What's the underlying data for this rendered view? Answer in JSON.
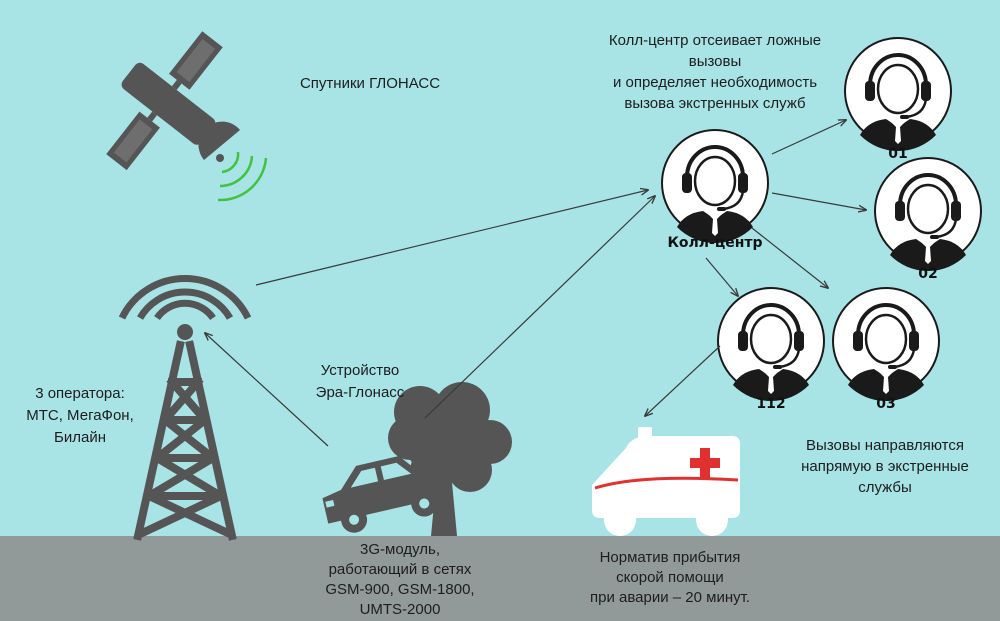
{
  "labels": {
    "satellites": "Спутники ГЛОНАСС",
    "operators": [
      "3 оператора:",
      "МТС, МегаФон,",
      "Билайн"
    ],
    "device": [
      "Устройство",
      "Эра-Глонасс"
    ],
    "module": [
      "3G-модуль,",
      "работающий в сетях",
      "GSM-900, GSM-1800,",
      "UMTS-2000"
    ],
    "call_center_filter": [
      "Колл-центр отсеивает ложные",
      "вызовы",
      "и определяет необходимость",
      "вызова экстренных служб"
    ],
    "call_center": "Колл-центр",
    "direct_calls": [
      "Вызовы направляются",
      "напрямую в экстренные",
      "службы"
    ],
    "arrival_norm": [
      "Норматив прибытия",
      "скорой помощи",
      "при аварии – 20 минут."
    ]
  },
  "services": {
    "s01": "01",
    "s02": "02",
    "s112": "112",
    "s03": "03"
  },
  "colors": {
    "background": "#a8e4e6",
    "ground": "#929a99",
    "icon_dark": "#555555",
    "signal_green": "#3ec43e",
    "ambulance_red": "#e03030"
  },
  "icons": [
    "satellite-icon",
    "radio-tower-icon",
    "car-crash-icon",
    "tree-icon",
    "operator-headset-icon",
    "ambulance-icon"
  ]
}
